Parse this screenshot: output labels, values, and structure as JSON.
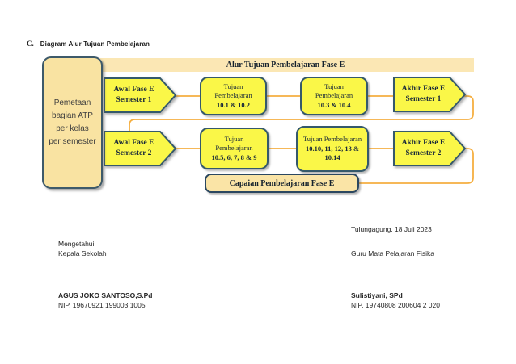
{
  "page": {
    "heading_prefix": "C.",
    "heading": "Diagram Alur Tujuan Pembelajaran"
  },
  "diagram": {
    "title": "Alur Tujuan Pembelajaran Fase E",
    "left_box": {
      "lines": [
        "Pemetaan",
        "bagian ATP",
        "per kelas",
        "per semester"
      ]
    },
    "rows": [
      {
        "start": {
          "line1": "Awal Fase E",
          "line2": "Semester 1"
        },
        "steps": [
          {
            "lines": [
              "Tujuan",
              "Pembelajaran"
            ],
            "bold_lines": [
              "10.1 & 10.2"
            ]
          },
          {
            "lines": [
              "Tujuan",
              "Pembelajaran"
            ],
            "bold_lines": [
              "10.3 & 10.4"
            ]
          }
        ],
        "end": {
          "line1": "Akhir  Fase E",
          "line2": "Semester 1"
        }
      },
      {
        "start": {
          "line1": "Awal Fase E",
          "line2": "Semester 2"
        },
        "steps": [
          {
            "lines": [
              "Tujuan",
              "Pembelajaran"
            ],
            "bold_lines": [
              "10.5, 6, 7, 8 & 9"
            ]
          },
          {
            "lines": [
              "Tujuan Pembelajaran"
            ],
            "bold_lines": [
              "10.10, 11, 12, 13 &",
              "10.14"
            ]
          }
        ],
        "end": {
          "line1": "Akhir Fase E",
          "line2": "Semester 2"
        }
      }
    ],
    "capaian": "Capaian Pembelajaran Fase E",
    "colors": {
      "shape_yellow": "#FAF748",
      "shape_cream": "#FAE4A6",
      "title_bar_cream": "#FBE7B4",
      "shape_border": "#35596B",
      "connector_orange": "#F5AF41"
    }
  },
  "signoff": {
    "place_date": "Tulungagung, 18 Juli 2023",
    "left_role_line1": "Mengetahui,",
    "left_role_line2": "Kepala Sekolah",
    "right_role": "Guru Mata Pelajaran Fisika",
    "left_name": "AGUS JOKO SANTOSO,S.Pd",
    "left_nip": "NIP. 19670921 199003 1005",
    "right_name": "Sulistiyani, SPd",
    "right_nip": "NIP. 19740808 200604 2 020"
  }
}
